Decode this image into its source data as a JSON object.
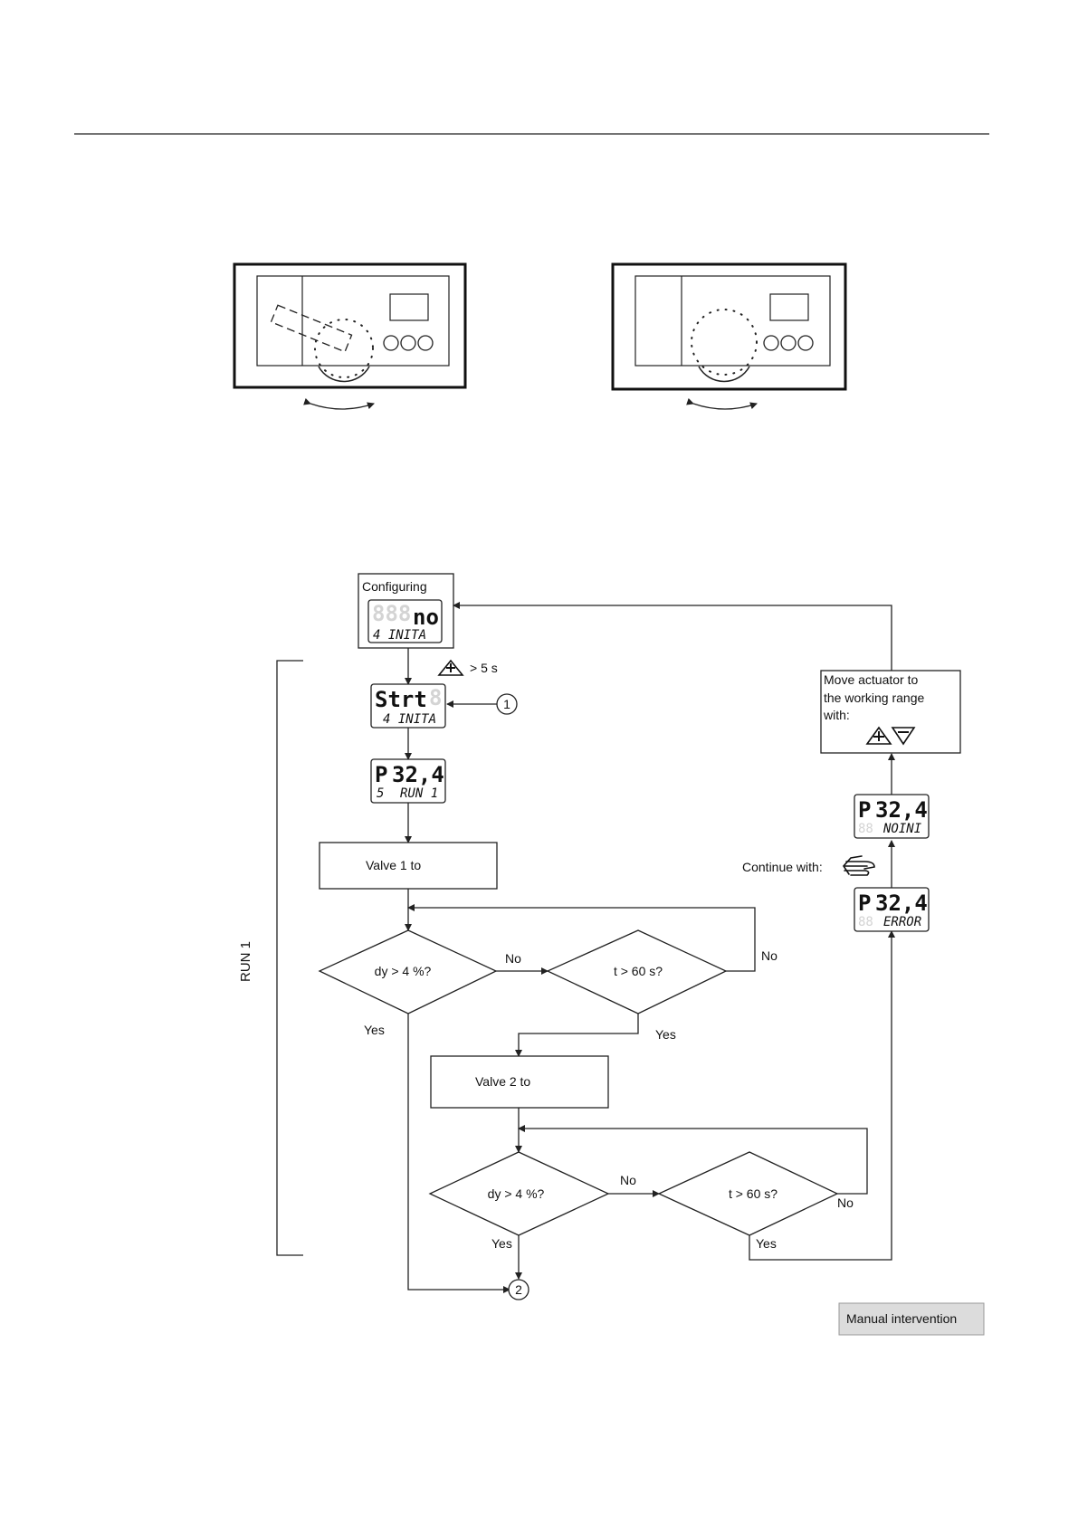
{
  "flowchart": {
    "configuring": {
      "title": "Configuring",
      "lcd_big": "no",
      "lcd_small": "4 INITA"
    },
    "press_hint": "> 5 s",
    "start_lcd": {
      "big": "Strt",
      "small": "4 INITA"
    },
    "connector_1": "1",
    "run1_lcd": {
      "prefix": "P",
      "big": "32,4",
      "small_prefix": "5",
      "small": "RUN 1"
    },
    "valve1": "Valve 1 to",
    "decision_dy_1": "dy > 4 %?",
    "decision_t_1": "t > 60 s?",
    "no_label_1": "No",
    "no_label_2": "No",
    "yes_label_1": "Yes",
    "yes_label_2": "Yes",
    "valve2": "Valve 2 to",
    "decision_dy_2": "dy > 4 %?",
    "decision_t_2": "t > 60 s?",
    "no_label_3": "No",
    "no_label_4": "No",
    "yes_label_3": "Yes",
    "yes_label_4": "Yes",
    "connector_2": "2",
    "run_bracket_label": "RUN 1",
    "error_lcd": {
      "prefix": "P",
      "big": "32,4",
      "small": "ERROR"
    },
    "continue_with": "Continue with:",
    "noini_lcd": {
      "prefix": "P",
      "big": "32,4",
      "small": "NOINI"
    },
    "move_actuator": [
      "Move actuator to",
      "the working range",
      "with:"
    ],
    "legend_manual": "Manual intervention"
  }
}
